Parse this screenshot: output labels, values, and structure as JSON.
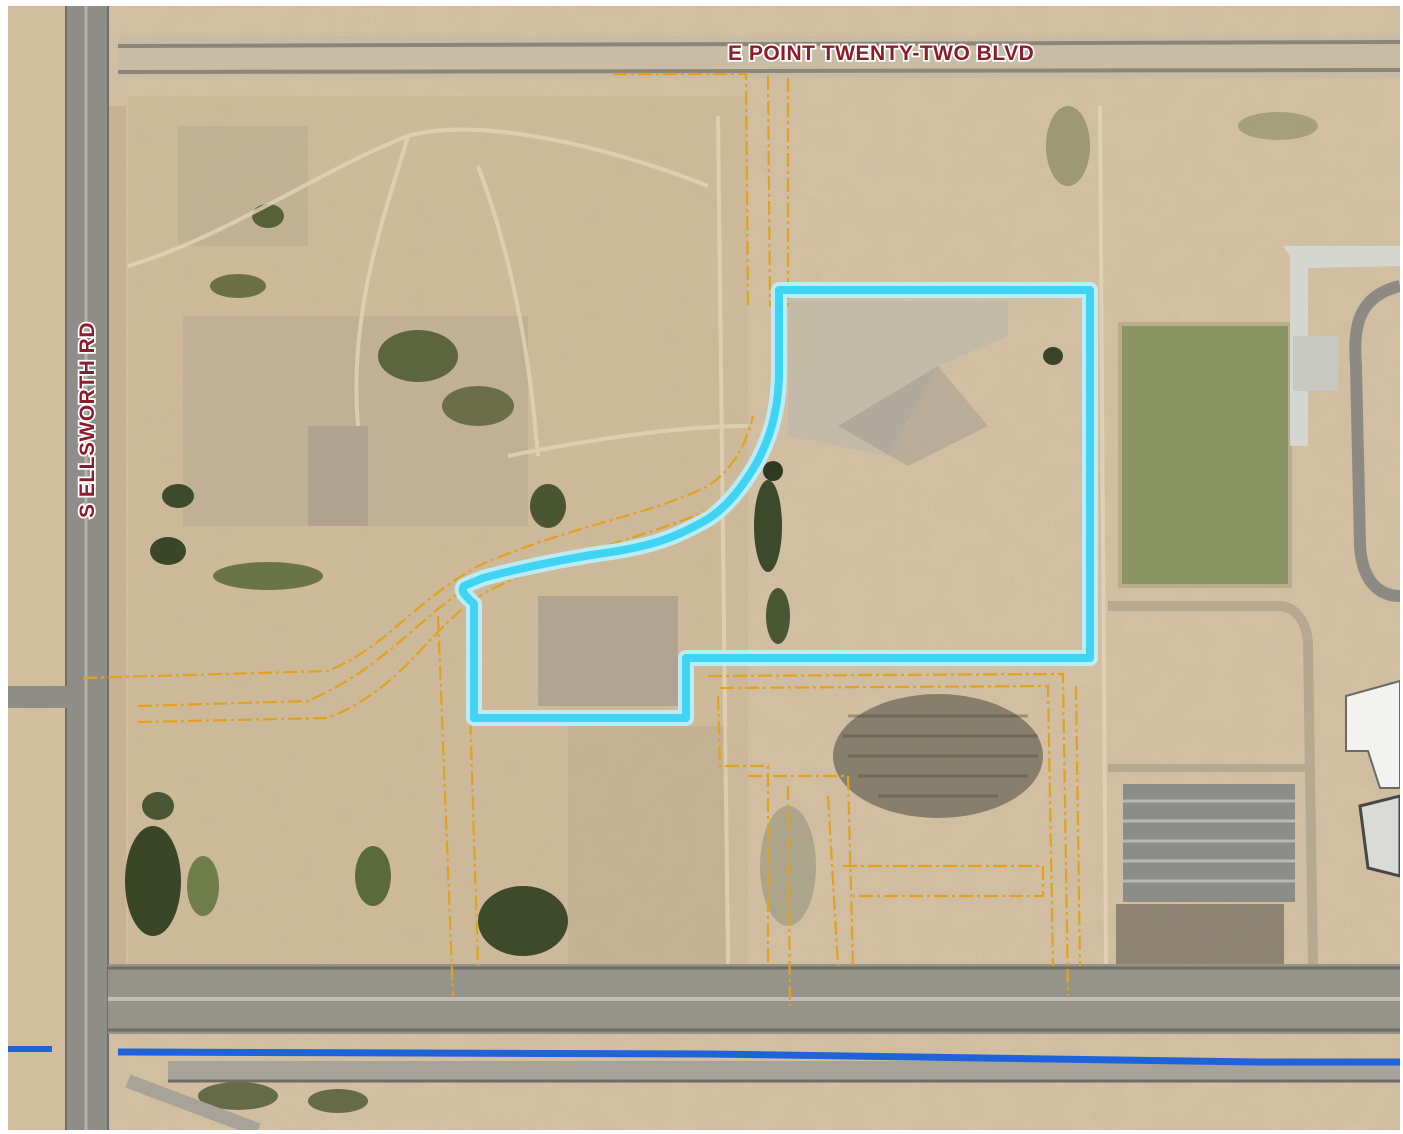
{
  "map": {
    "labels": {
      "north_road": "E POINT TWENTY-TWO BLVD",
      "west_road": "S ELLSWORTH RD"
    },
    "colors": {
      "parcel_outline": "#3fd3f4",
      "parcel_glow": "#b9f2ff",
      "utility_lines": "#e2a21e",
      "canal": "#1f63d9",
      "road_label_text": "#8a1c2c",
      "terrain": "#d8c3a3",
      "pavement": "#9d9a92"
    },
    "layers": [
      "aerial-imagery",
      "subject-parcel-boundary",
      "utility-lines",
      "canal",
      "road-labels"
    ]
  }
}
